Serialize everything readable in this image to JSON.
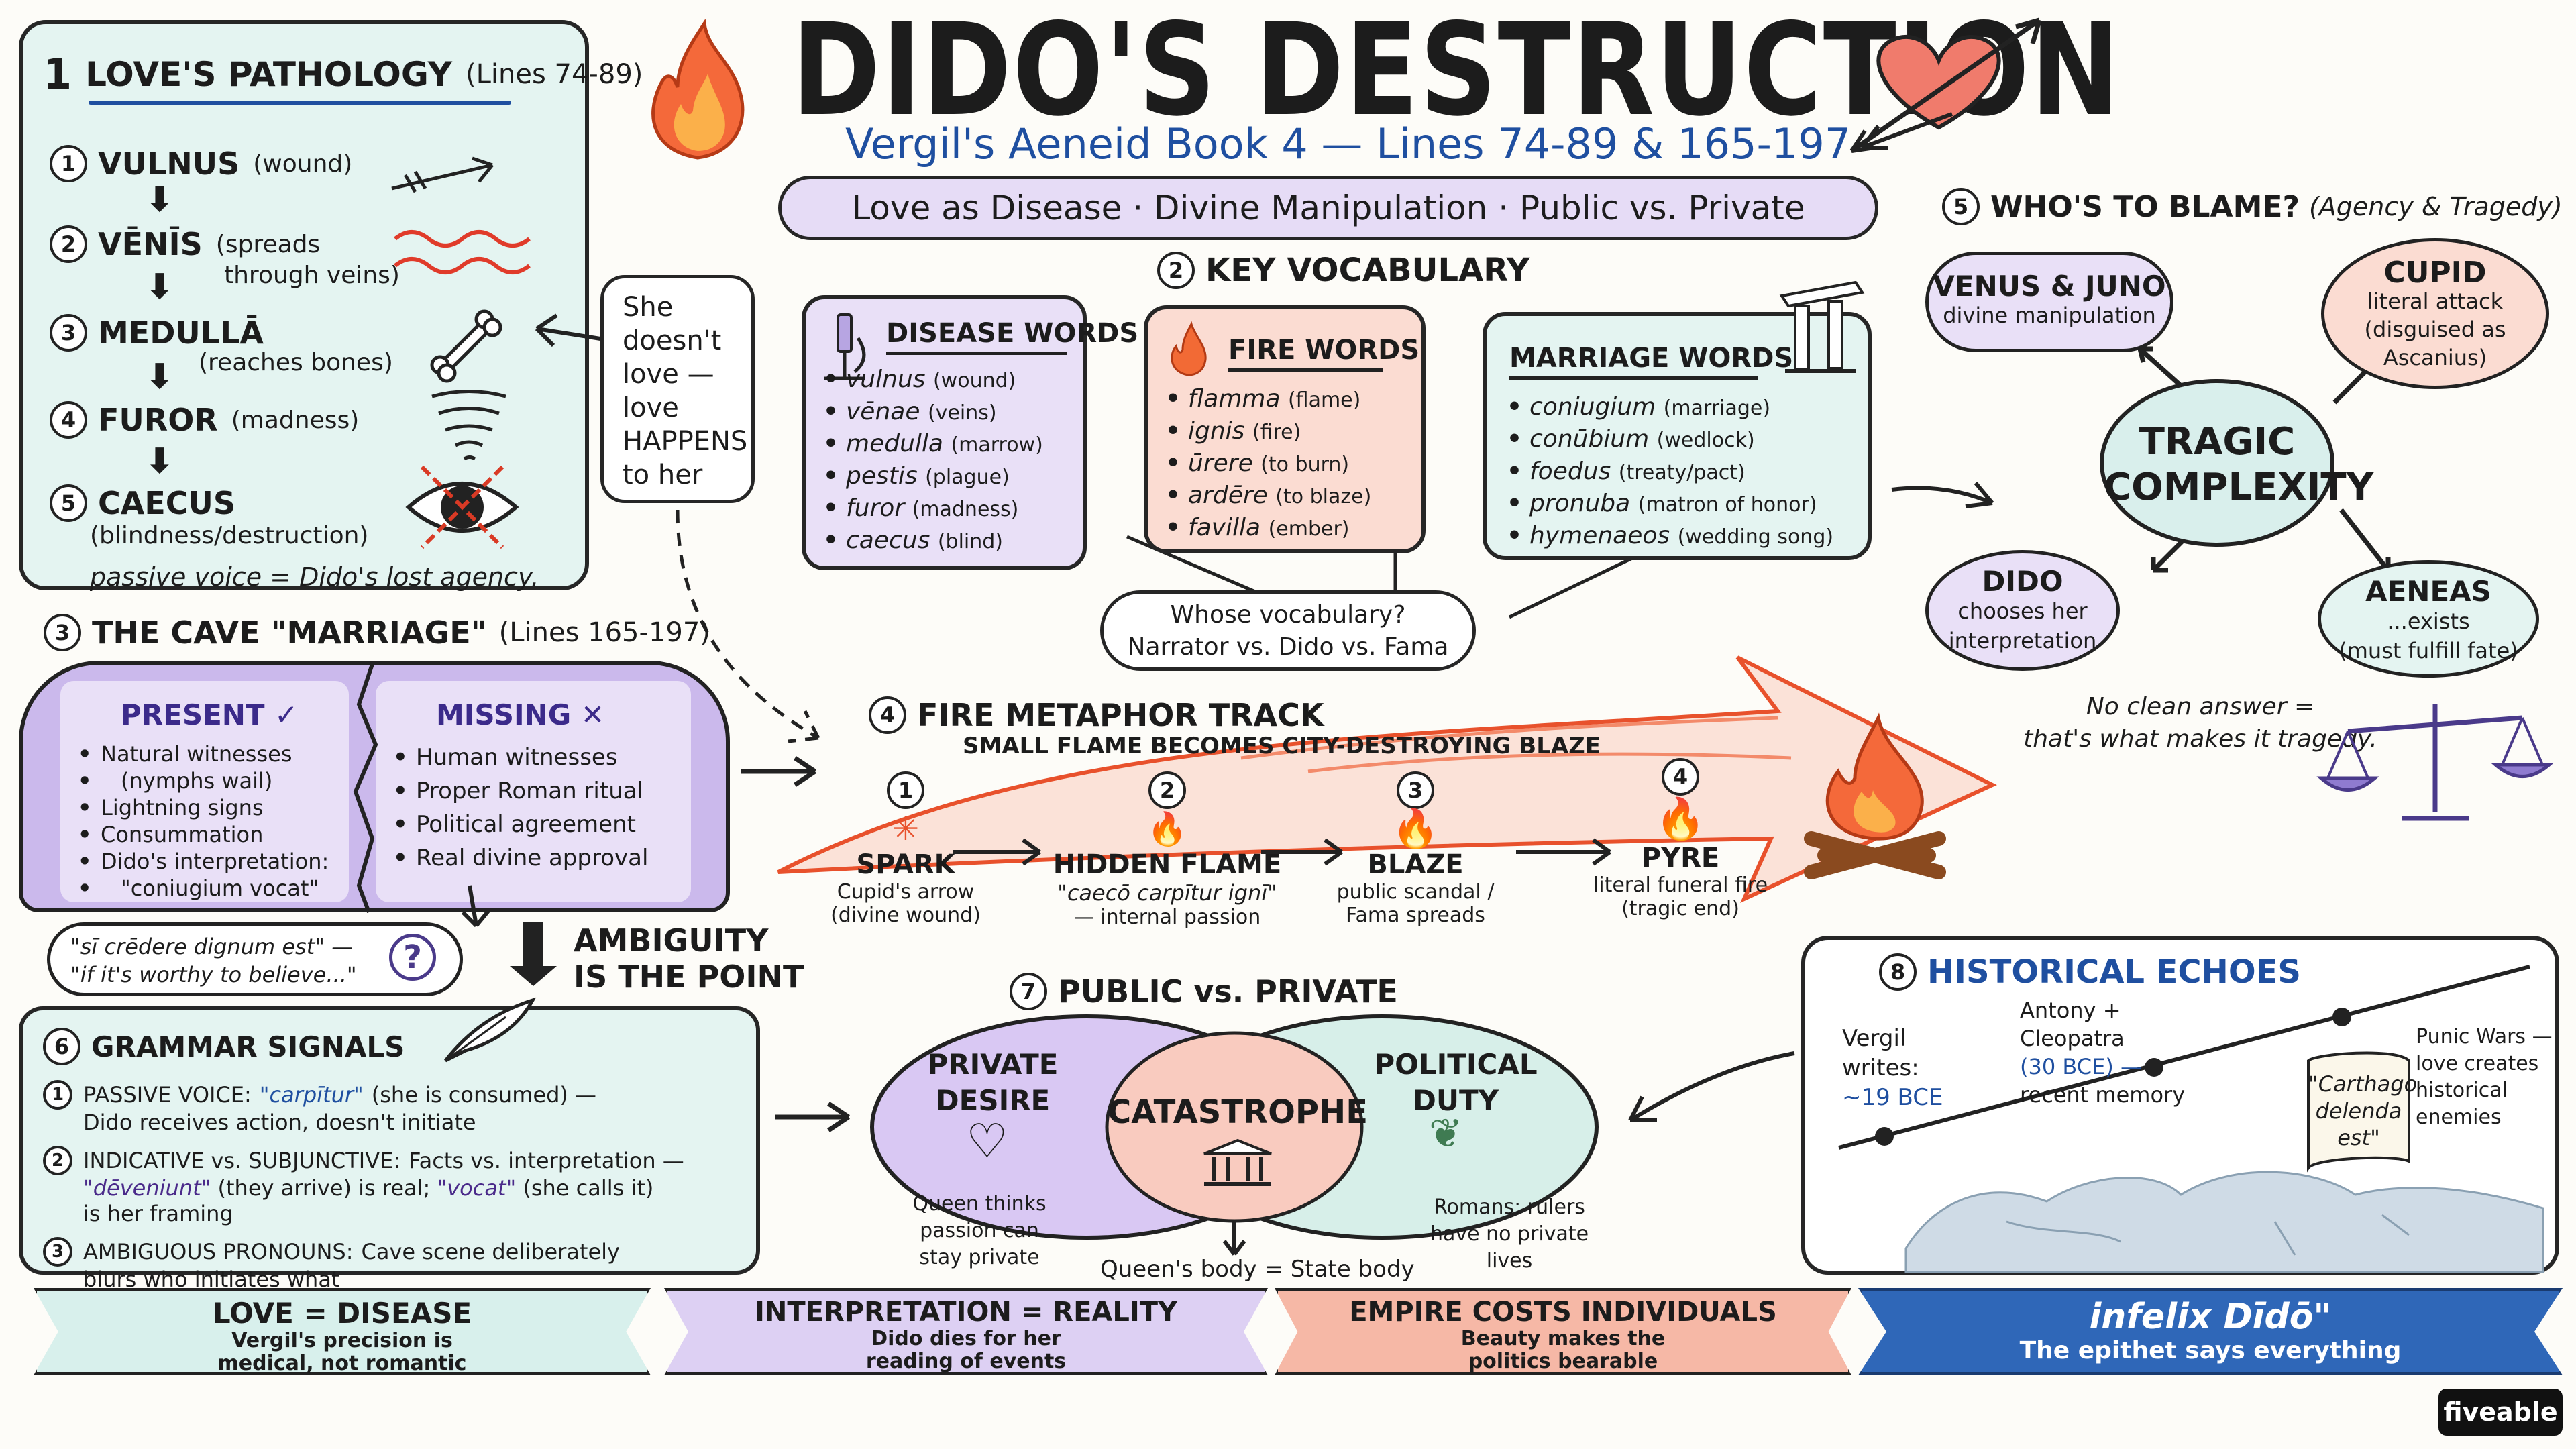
{
  "title": {
    "main": "DIDO'S DESTRUCTION",
    "subtitle": "Vergil's Aeneid Book 4 — Lines 74-89 & 165-197",
    "themes": "Love as Disease · Divine Manipulation · Public vs. Private"
  },
  "love_pathology": {
    "num": "1",
    "heading": "LOVE'S PATHOLOGY",
    "lines": "(Lines 74-89)",
    "steps": [
      {
        "n": "1",
        "term": "VULNUS",
        "gloss": "(wound)"
      },
      {
        "n": "2",
        "term": "VĒNĪS",
        "gloss": "(spreads",
        "gloss2": "through veins)"
      },
      {
        "n": "3",
        "term": "MEDULLĀ",
        "gloss": "(reaches bones)"
      },
      {
        "n": "4",
        "term": "FUROR",
        "gloss": "(madness)"
      },
      {
        "n": "5",
        "term": "CAECUS",
        "gloss": "(blindness/destruction)"
      }
    ],
    "note": "passive voice = Dido's lost agency."
  },
  "callout": {
    "l1": "She",
    "l2": "doesn't",
    "l3": "love —",
    "l4": "love",
    "l5": "HAPPENS",
    "l6": "to her"
  },
  "vocab": {
    "num": "2",
    "heading": "KEY VOCABULARY",
    "disease": {
      "title": "DISEASE WORDS",
      "items": [
        {
          "w": "vulnus",
          "g": "(wound)"
        },
        {
          "w": "vēnae",
          "g": "(veins)"
        },
        {
          "w": "medulla",
          "g": "(marrow)"
        },
        {
          "w": "pestis",
          "g": "(plague)"
        },
        {
          "w": "furor",
          "g": "(madness)"
        },
        {
          "w": "caecus",
          "g": "(blind)"
        }
      ]
    },
    "fire": {
      "title": "FIRE WORDS",
      "items": [
        {
          "w": "flamma",
          "g": "(flame)"
        },
        {
          "w": "ignis",
          "g": "(fire)"
        },
        {
          "w": "ūrere",
          "g": "(to burn)"
        },
        {
          "w": "ardēre",
          "g": "(to blaze)"
        },
        {
          "w": "favilla",
          "g": "(ember)"
        }
      ]
    },
    "marriage": {
      "title": "MARRIAGE WORDS",
      "items": [
        {
          "w": "coniugium",
          "g": "(marriage)"
        },
        {
          "w": "conūbium",
          "g": "(wedlock)"
        },
        {
          "w": "foedus",
          "g": "(treaty/pact)"
        },
        {
          "w": "pronuba",
          "g": "(matron of honor)"
        },
        {
          "w": "hymenaeos",
          "g": "(wedding song)"
        }
      ]
    },
    "whose": {
      "l1": "Whose vocabulary?",
      "l2": "Narrator vs. Dido vs. Fama"
    }
  },
  "blame": {
    "num": "5",
    "heading": "WHO'S TO BLAME?",
    "sub": "(Agency & Tragedy)",
    "center": {
      "l1": "TRAGIC",
      "l2": "COMPLEXITY"
    },
    "venus": {
      "t": "VENUS & JUNO",
      "d": "divine manipulation"
    },
    "cupid": {
      "t": "CUPID",
      "d1": "literal attack",
      "d2": "(disguised as",
      "d3": "Ascanius)"
    },
    "dido": {
      "t": "DIDO",
      "d1": "chooses her",
      "d2": "interpretation"
    },
    "aeneas": {
      "t": "AENEAS",
      "d1": "...exists",
      "d2": "(must fulfill fate)"
    },
    "note1": "No clean answer =",
    "note2": "that's what makes it tragedy."
  },
  "cave": {
    "num": "3",
    "heading": "THE CAVE \"MARRIAGE\"",
    "lines": "(Lines 165-197)",
    "present": {
      "title": "PRESENT ✓",
      "items": [
        "Natural witnesses",
        "(nymphs wail)",
        "Lightning signs",
        "Consummation",
        "Dido's interpretation:",
        "\"coniugium vocat\""
      ]
    },
    "missing": {
      "title": "MISSING ✕",
      "items": [
        "Human witnesses",
        "Proper Roman ritual",
        "Political agreement",
        "Real divine approval"
      ]
    },
    "quote1": "\"sī crēdere dignum est\" —",
    "quote2": "\"if it's worthy to believe...\"",
    "qmark": "?",
    "ambiguity1": "AMBIGUITY",
    "ambiguity2": "IS THE POINT"
  },
  "fire_track": {
    "num": "4",
    "heading": "FIRE METAPHOR TRACK",
    "sub": "SMALL FLAME BECOMES CITY-DESTROYING BLAZE",
    "stages": [
      {
        "n": "1",
        "t": "SPARK",
        "d1": "Cupid's arrow",
        "d2": "(divine wound)"
      },
      {
        "n": "2",
        "t": "HIDDEN FLAME",
        "d1": "\"caecō carpītur ignī\"",
        "d2": "— internal passion"
      },
      {
        "n": "3",
        "t": "BLAZE",
        "d1": "public scandal /",
        "d2": "Fama spreads"
      },
      {
        "n": "4",
        "t": "PYRE",
        "d1": "literal funeral fire",
        "d2": "(tragic end)"
      }
    ]
  },
  "grammar": {
    "num": "6",
    "heading": "GRAMMAR SIGNALS",
    "items": [
      {
        "n": "1",
        "k": "PASSIVE VOICE:",
        "q": "\"carpītur\"",
        "r": "(she is consumed) —",
        "l2": "Dido receives action, doesn't initiate"
      },
      {
        "n": "2",
        "k": "INDICATIVE vs. SUBJUNCTIVE:",
        "r": "Facts vs. interpretation —",
        "q": "\"dēveniunt\"",
        "r2": "(they arrive) is real;",
        "q2": "\"vocat\"",
        "r3": "(she calls it)",
        "l3": "is her framing"
      },
      {
        "n": "3",
        "k": "AMBIGUOUS PRONOUNS:",
        "r": "Cave scene deliberately",
        "l2": "blurs who initiates what"
      }
    ]
  },
  "public": {
    "num": "7",
    "heading": "PUBLIC vs. PRIVATE",
    "private": {
      "l1": "PRIVATE",
      "l2": "DESIRE"
    },
    "political": {
      "l1": "POLITICAL",
      "l2": "DUTY"
    },
    "center": "CATASTROPHE",
    "queen": {
      "l1": "Queen thinks",
      "l2": "passion can",
      "l3": "stay private"
    },
    "romans": {
      "l1": "Romans: rulers",
      "l2": "have no private",
      "l3": "lives"
    },
    "body": "Queen's body = State body"
  },
  "history": {
    "num": "8",
    "heading": "HISTORICAL ECHOES",
    "vergil": {
      "l1": "Vergil",
      "l2": "writes:",
      "l3": "~19 BCE"
    },
    "antony": {
      "l1": "Antony +",
      "l2": "Cleopatra",
      "l3": "(30 BCE) —",
      "l4": "recent memory"
    },
    "scroll": {
      "l1": "\"Carthago",
      "l2": "delenda",
      "l3": "est\""
    },
    "punic": {
      "l1": "Punic Wars —",
      "l2": "love creates",
      "l3": "historical",
      "l4": "enemies"
    }
  },
  "banners": [
    {
      "t": "LOVE = DISEASE",
      "s1": "Vergil's precision is",
      "s2": "medical, not romantic",
      "bg": "#d8f0ec"
    },
    {
      "t": "INTERPRETATION = REALITY",
      "s1": "Dido dies for her",
      "s2": "reading of events",
      "bg": "#ddd0f3"
    },
    {
      "t": "EMPIRE COSTS INDIVIDUALS",
      "s1": "Beauty makes the",
      "s2": "politics bearable",
      "bg": "#f6b8a6"
    },
    {
      "t": "infelix Dīdō\"",
      "s1": "The epithet says everything",
      "bg": "#2f67b8"
    }
  ],
  "brand": "fiveable",
  "colors": {
    "mint": "#e4f4f1",
    "lavender": "#e9e0f7",
    "peach": "#fbdcd2",
    "blue": "#1f4fa0",
    "fire": "#e8512c"
  }
}
